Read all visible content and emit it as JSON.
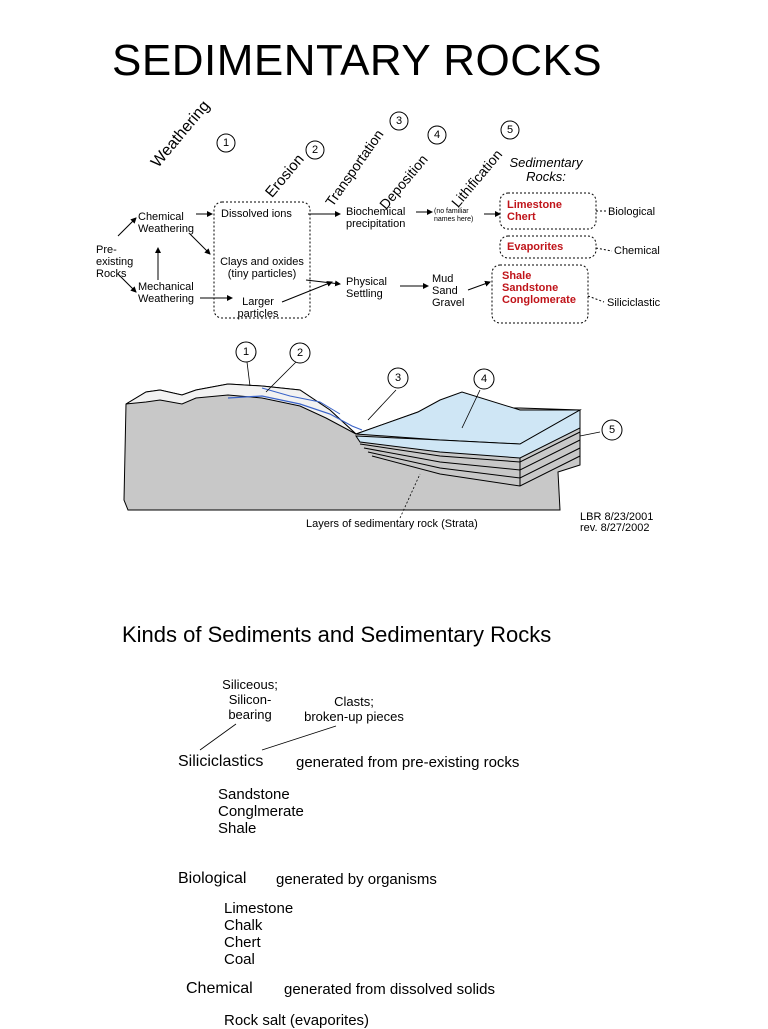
{
  "title": "SEDIMENTARY ROCKS",
  "flow": {
    "stages": [
      {
        "label": "Weathering",
        "num": "1"
      },
      {
        "label": "Erosion",
        "num": "2"
      },
      {
        "label": "Transportation",
        "num": "3"
      },
      {
        "label": "Deposition",
        "num": "4"
      },
      {
        "label": "Lithification",
        "num": "5"
      }
    ],
    "sed_rocks_line1": "Sedimentary",
    "sed_rocks_line2": "Rocks:",
    "pre_existing": [
      "Pre-",
      "existing",
      "Rocks"
    ],
    "chemical_weathering": [
      "Chemical",
      "Weathering"
    ],
    "mechanical_weathering": [
      "Mechanical",
      "Weathering"
    ],
    "dissolved_ions": "Dissolved ions",
    "clays_oxides": [
      "Clays and oxides",
      "(tiny particles)"
    ],
    "larger_particles": [
      "Larger",
      "particles"
    ],
    "biochemical": [
      "Biochemical",
      "precipitation"
    ],
    "no_familiar": [
      "(no familiar",
      "names here)"
    ],
    "physical_settling": [
      "Physical",
      "Settling"
    ],
    "mud_sand_gravel": [
      "Mud",
      "Sand",
      "Gravel"
    ],
    "rocks_bio": [
      "Limestone",
      "Chert"
    ],
    "rocks_chem": [
      "Evaporites"
    ],
    "rocks_silic": [
      "Shale",
      "Sandstone",
      "Conglomerate"
    ],
    "cat_bio": "Biological",
    "cat_chem": "Chemical",
    "cat_silic": "Siliciclastic"
  },
  "cross_section": {
    "nums": [
      "1",
      "2",
      "3",
      "4",
      "5"
    ],
    "strata_label": "Layers of sedimentary rock (Strata)",
    "credit1": "LBR 8/23/2001",
    "credit2": "rev. 8/27/2002"
  },
  "kinds": {
    "title": "Kinds of Sediments and Sedimentary Rocks",
    "siliceous": [
      "Siliceous;",
      "Silicon-",
      "bearing"
    ],
    "clasts": [
      "Clasts;",
      "broken-up pieces"
    ],
    "siliciclastics": "Siliciclastics",
    "silic_desc": "generated from pre-existing rocks",
    "silic_items": [
      "Sandstone",
      "Conglmerate",
      "Shale"
    ],
    "biological": "Biological",
    "bio_desc": "generated by organisms",
    "bio_items": [
      "Limestone",
      "Chalk",
      "Chert",
      "Coal"
    ],
    "chemical": "Chemical",
    "chem_desc": "generated from dissolved solids",
    "chem_items": [
      "Rock salt (evaporites)"
    ]
  }
}
